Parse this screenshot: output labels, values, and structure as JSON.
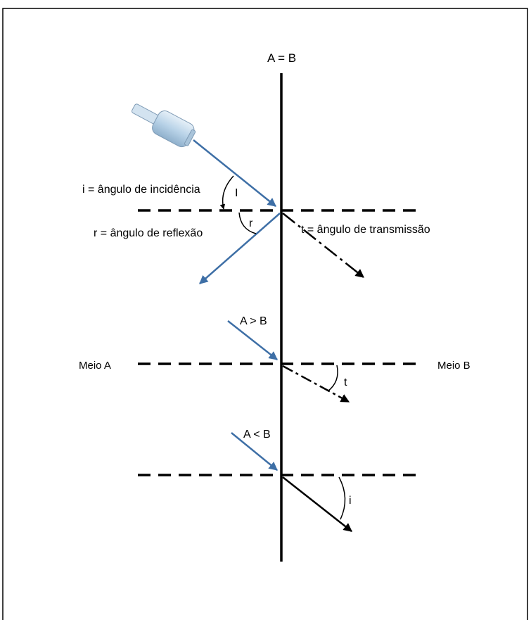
{
  "colors": {
    "ink": "#000000",
    "incident_blue": "#3e6fa6",
    "probe_body": "#b9d3e8",
    "probe_edge": "#7f9bb5"
  },
  "labels": {
    "interface_title": "A = B",
    "incidence_def": "i = ângulo de incidência",
    "incidence_symbol": "I",
    "reflection_def": "r = ângulo de reflexão",
    "reflection_symbol": "r",
    "transmission_def": "t = ângulo de transmissão",
    "case_greater": "A > B",
    "case_lesser": "A < B",
    "medium_a": "Meio A",
    "medium_b": "Meio B",
    "case_greater_angle": "t",
    "case_lesser_angle": "i"
  },
  "icons": {
    "probe": "ultrasound-transducer-icon"
  }
}
